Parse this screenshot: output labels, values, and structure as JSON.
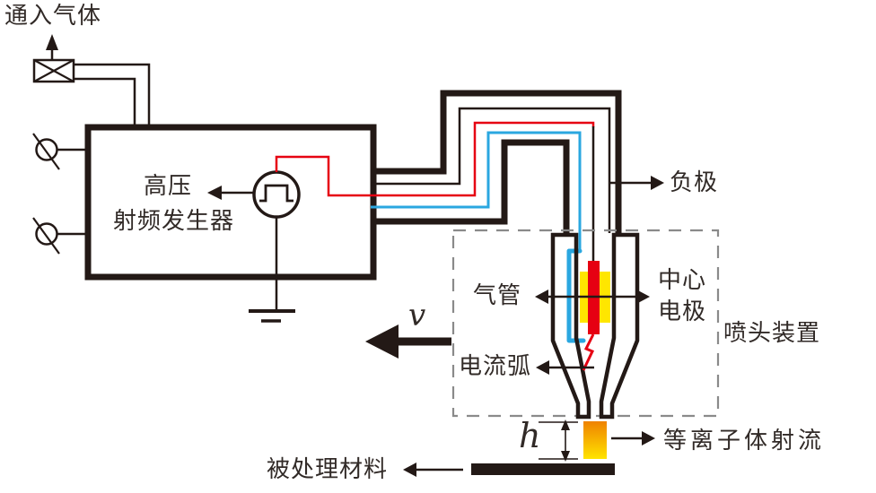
{
  "diagram": {
    "title_hint": "atmospheric plasma jet treatment schematic",
    "labels": {
      "gas_inlet": "通入气体",
      "generator_line1": "高压",
      "generator_line2": "射频发生器",
      "negative_electrode": "负极",
      "gas_tube": "气管",
      "center_electrode_line1": "中心",
      "center_electrode_line2": "电极",
      "nozzle_device": "喷头装置",
      "current_arc": "电流弧",
      "plasma_jet": "等离子体射流",
      "treated_material": "被处理材料",
      "velocity_symbol": "v",
      "height_symbol": "h"
    },
    "colors": {
      "line": "#231916",
      "wire_red": "#e60012",
      "wire_blue": "#2aa7e0",
      "electrode_yellow": "#ffe600",
      "jet_top": "#ef8200",
      "jet_bottom": "#ffe400",
      "dashed_border": "#8a8a8a"
    }
  }
}
